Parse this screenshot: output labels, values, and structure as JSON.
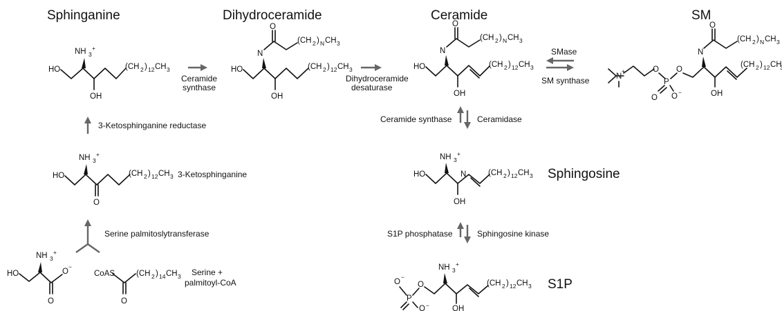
{
  "titles": {
    "sphinganine": "Sphinganine",
    "dihydroceramide": "Dihydroceramide",
    "ceramide": "Ceramide",
    "sm": "SM",
    "sphingosine": "Sphingosine",
    "s1p": "S1P"
  },
  "labels": {
    "ketosphinganine": "3-Ketosphinganine",
    "serine_palmitoyl": [
      "Serine +",
      "palmitoyl-CoA"
    ]
  },
  "enzymes": {
    "ceramide_synthase_top": [
      "Ceramide",
      "synthase"
    ],
    "dihydroceramide_desaturase": [
      "Dihydroceramide",
      "desaturase"
    ],
    "smase": "SMase",
    "sm_synthase": "SM synthase",
    "ketosphinganine_reductase": "3-Ketosphinganine reductase",
    "serine_palmitoyltransferase": "Serine palmitoslytransferase",
    "ceramide_synthase_side": "Ceramide synthase",
    "ceramidase": "Ceramidase",
    "s1p_phosphatase": "S1P phosphatase",
    "sphingosine_kinase": "Sphingosine kinase"
  },
  "atoms": {
    "HO": "HO",
    "OH": "OH",
    "O": "O",
    "N": "N",
    "P": "P",
    "NH": "NH",
    "CoAS": "CoAS",
    "C": "(CH",
    "CH": "CH",
    "close": ")",
    "minus": "−",
    "plus": "+",
    "sub2": "2",
    "sub3": "3",
    "subN": "N",
    "sub12": "12",
    "sub14": "14"
  },
  "colors": {
    "ink": "#111111",
    "arrow": "#666666",
    "background": "#ffffff"
  }
}
